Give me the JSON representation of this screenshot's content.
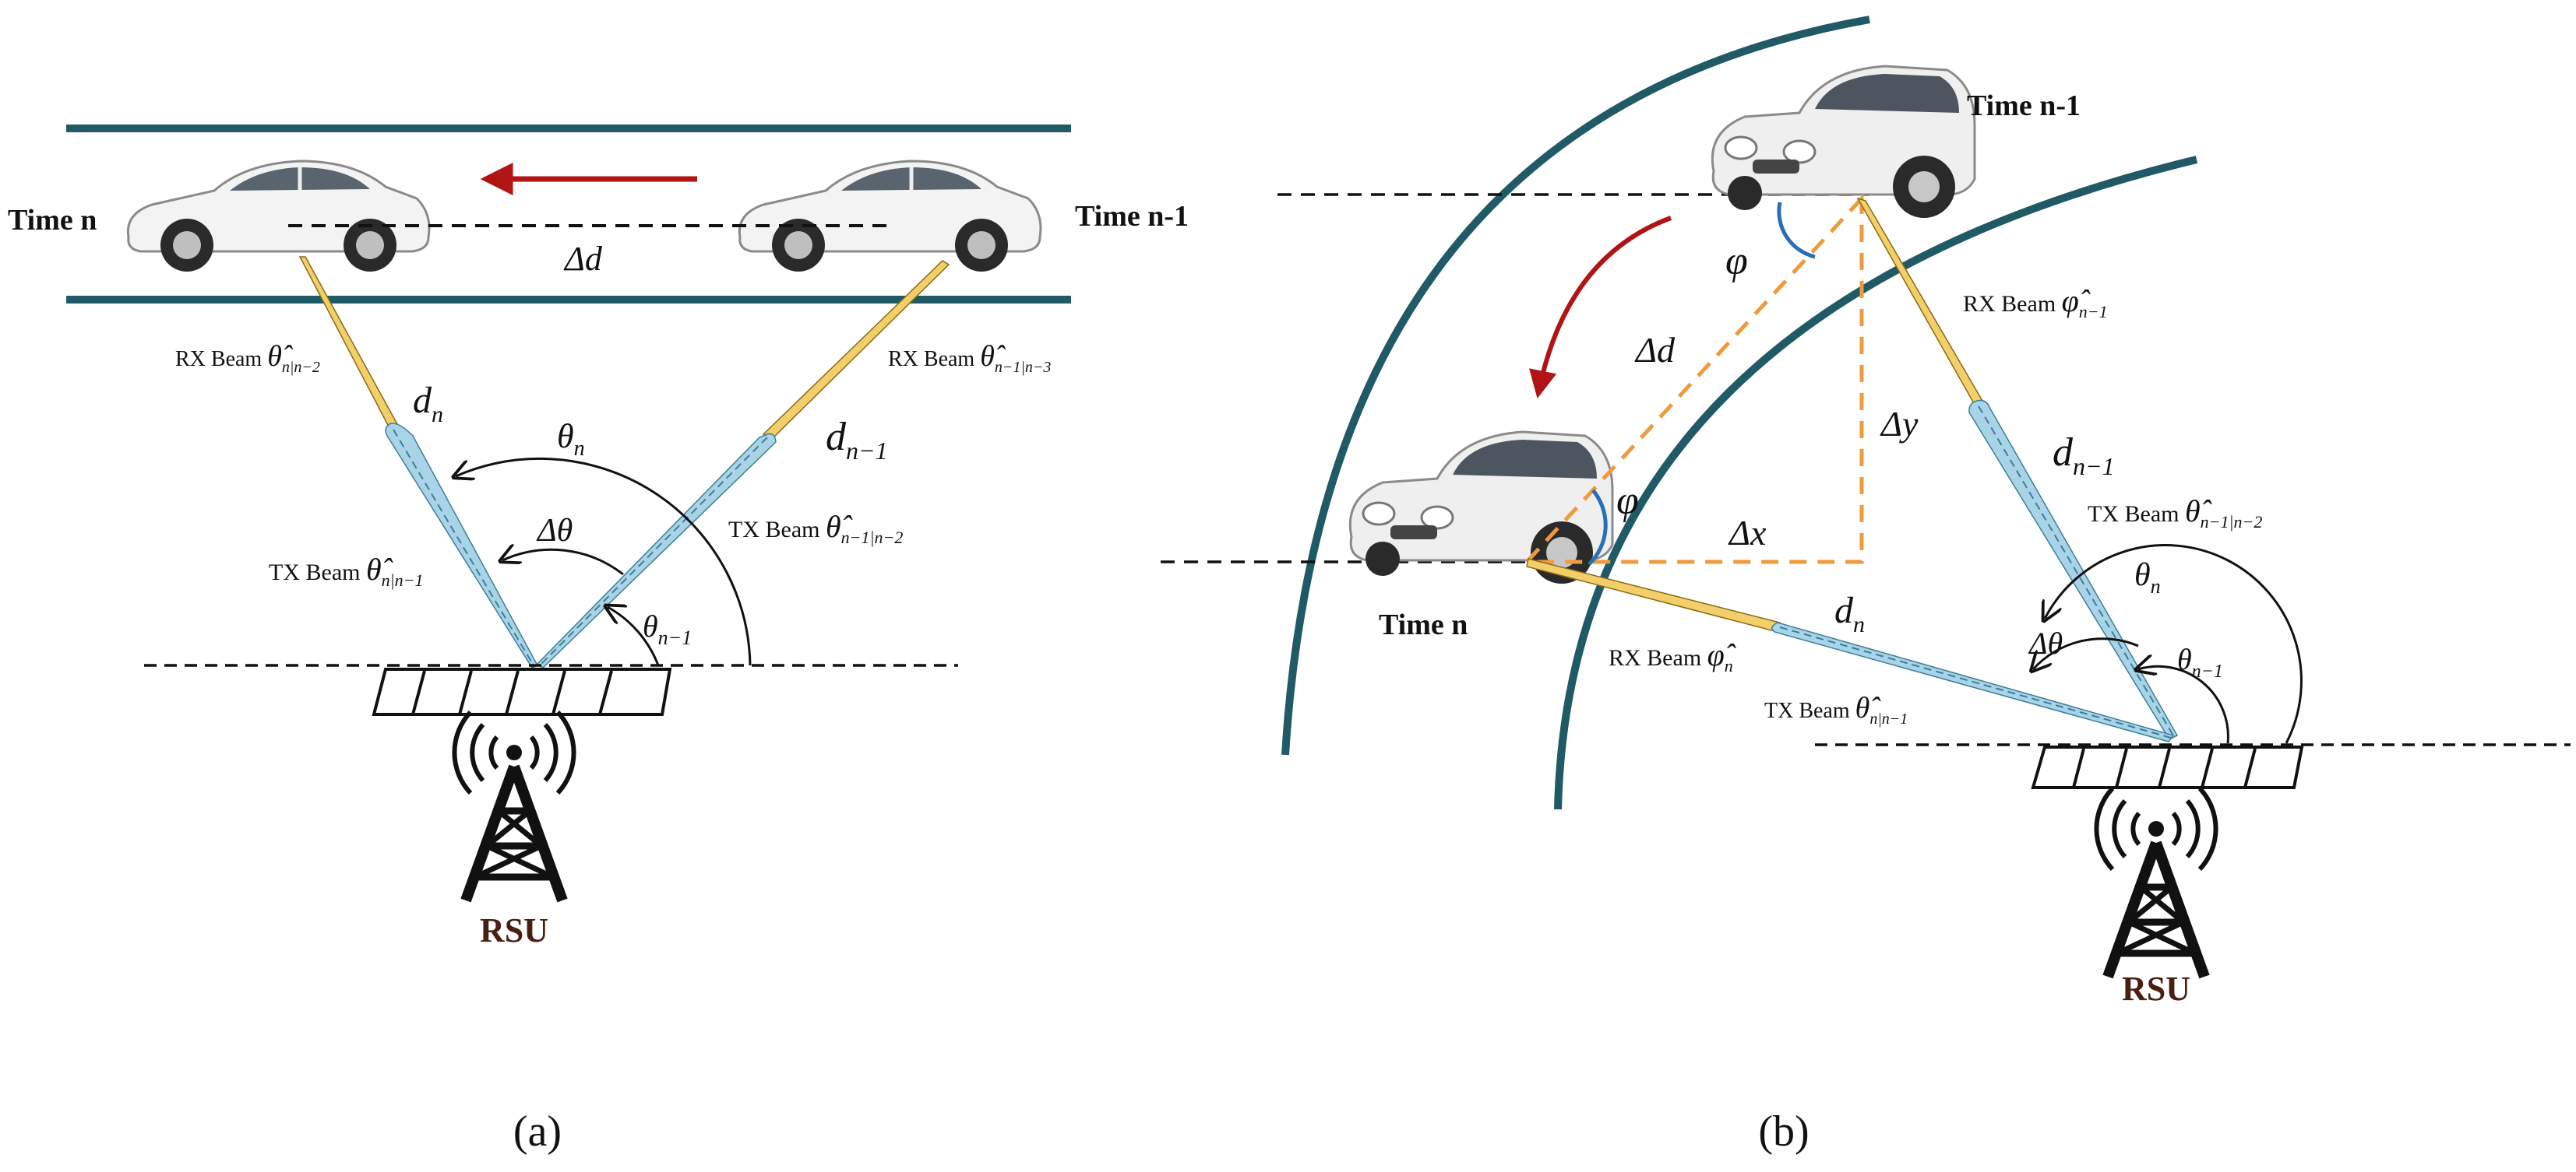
{
  "panel_a": {
    "caption": "(a)",
    "time_n": "Time n",
    "time_n1": "Time n-1",
    "delta_d": "Δd",
    "rx_beam_n": {
      "text": "RX Beam ",
      "sym": "θ̂",
      "sub": "n|n−2"
    },
    "rx_beam_n1": {
      "text": "RX Beam ",
      "sym": "θ̂",
      "sub": "n−1|n−3"
    },
    "tx_beam_n": {
      "text": "TX Beam ",
      "sym": "θ̂",
      "sub": "n|n−1"
    },
    "tx_beam_n1": {
      "text": "TX Beam ",
      "sym": "θ̂",
      "sub": "n−1|n−2"
    },
    "d_n": {
      "sym": "d",
      "sub": "n"
    },
    "d_n1": {
      "sym": "d",
      "sub": "n−1"
    },
    "theta_n": {
      "sym": "θ",
      "sub": "n"
    },
    "theta_n1": {
      "sym": "θ",
      "sub": "n−1"
    },
    "delta_theta": "Δθ",
    "rsu": "RSU"
  },
  "panel_b": {
    "caption": "(b)",
    "time_n": "Time n",
    "time_n1": "Time n-1",
    "delta_d": "Δd",
    "delta_x": "Δx",
    "delta_y": "Δy",
    "phi": "φ",
    "rx_beam_n1": {
      "text": "RX Beam ",
      "sym": "φ̂",
      "sub": "n−1"
    },
    "rx_beam_n": {
      "text": "RX Beam ",
      "sym": "φ̂",
      "sub": "n"
    },
    "tx_beam_n": {
      "text": "TX Beam ",
      "sym": "θ̂",
      "sub": "n|n−1"
    },
    "tx_beam_n1": {
      "text": "TX Beam ",
      "sym": "θ̂",
      "sub": "n−1|n−2"
    },
    "d_n": {
      "sym": "d",
      "sub": "n"
    },
    "d_n1": {
      "sym": "d",
      "sub": "n−1"
    },
    "theta_n": {
      "sym": "θ",
      "sub": "n"
    },
    "theta_n1": {
      "sym": "θ",
      "sub": "n−1"
    },
    "delta_theta": "Δθ",
    "rsu": "RSU"
  },
  "colors": {
    "road": "#1f5a66",
    "rx_beam": "#f2cf6a",
    "tx_beam": "#a9d3e6",
    "arrow_red": "#b01414",
    "dashed_orange": "#ef9a3c",
    "phi_arc": "#2a6fb5",
    "rsu_text": "#4a1e10"
  }
}
